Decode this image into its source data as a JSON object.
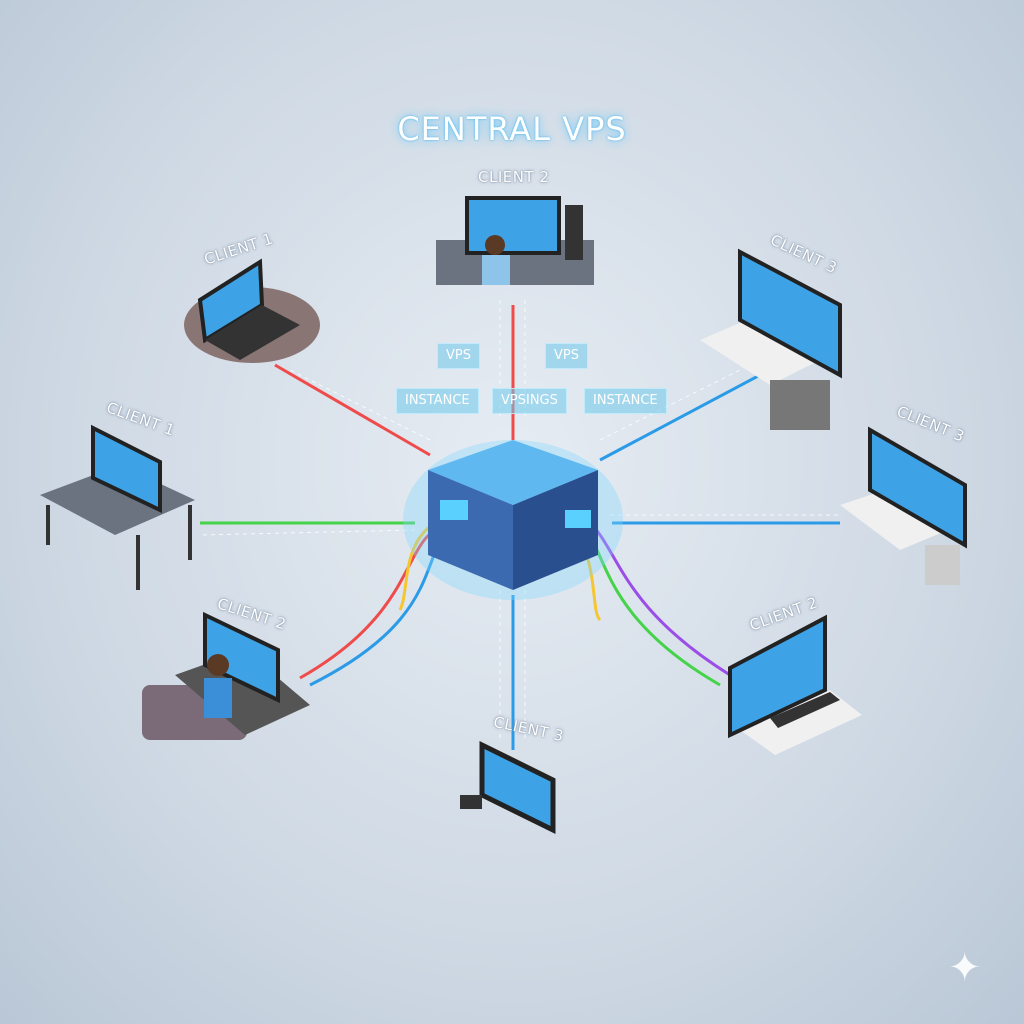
{
  "title": "CENTRAL VPS",
  "server_panels": [
    "VPS",
    "VPS",
    "INSTANCE",
    "INSTANCE",
    "VPSINGS"
  ],
  "clients": [
    {
      "label": "CLIENT 2",
      "device": "desktop-with-person"
    },
    {
      "label": "CLIENT 1",
      "device": "laptop-on-table"
    },
    {
      "label": "CLIENT 3",
      "device": "monitor-desk"
    },
    {
      "label": "CLIENT 1",
      "device": "desktop"
    },
    {
      "label": "CLIENT 3",
      "device": "monitor-desk"
    },
    {
      "label": "CLIENT 2",
      "device": "person-on-sofa"
    },
    {
      "label": "CLIENT 3",
      "device": "tablet"
    },
    {
      "label": "CLIENT 2",
      "device": "monitor-desk"
    }
  ],
  "colors": {
    "red": "#ef4b4b",
    "green": "#45d34a",
    "blue": "#2b9be8",
    "yellow": "#f5c630",
    "purple": "#9b4de8",
    "screen": "#3ea2e6"
  }
}
